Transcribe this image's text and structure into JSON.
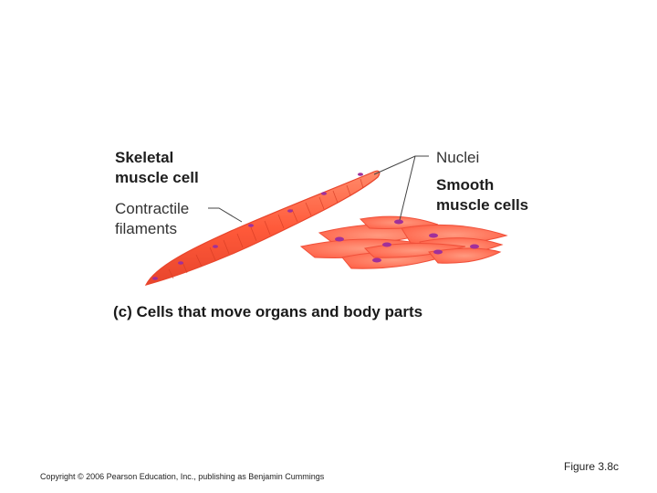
{
  "figure": {
    "labels": {
      "skeletal_line1": "Skeletal",
      "skeletal_line2": "muscle cell",
      "contractile_line1": "Contractile",
      "contractile_line2": "filaments",
      "nuclei": "Nuclei",
      "smooth_line1": "Smooth",
      "smooth_line2": "muscle cells"
    },
    "caption": "(c) Cells that move organs and body parts",
    "colors": {
      "muscle": "#ff6a4a",
      "muscle_dark": "#e8452c",
      "nucleus": "#a0309a",
      "leader_line": "#444444"
    }
  },
  "footer": {
    "copyright": "Copyright © 2006 Pearson Education, Inc., publishing as Benjamin Cummings",
    "figure_number": "Figure 3.8c"
  }
}
